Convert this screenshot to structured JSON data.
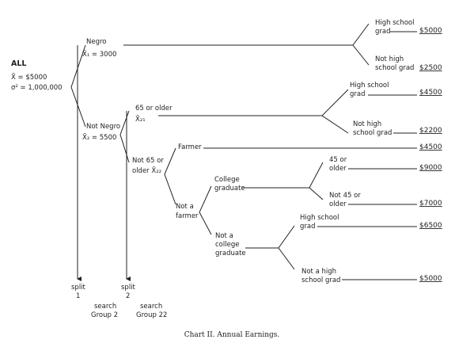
{
  "root": {
    "label": "ALL",
    "mean": "X̄ = $5000",
    "variance": "σ² = 1,000,000"
  },
  "group1": {
    "label": "Negro",
    "mean": "X̄₁ = 3000"
  },
  "group2": {
    "label": "Not Negro",
    "mean": "X̄₂ = 5500"
  },
  "group21": {
    "label": "65 or older",
    "mean": "X̄₂₁"
  },
  "group22": {
    "label_line1": "Not 65 or",
    "label_line2": "older X̄₂₂"
  },
  "farmer": {
    "label": "Farmer"
  },
  "not_farmer": {
    "label_line1": "Not a",
    "label_line2": "farmer"
  },
  "college_grad": {
    "label_line1": "College",
    "label_line2": "graduate"
  },
  "not_college_grad": {
    "label_line1": "Not a",
    "label_line2": "college",
    "label_line3": "graduate"
  },
  "leaves": {
    "negro_hs": {
      "line1": "High school",
      "line2": "grad",
      "amount": "$5000"
    },
    "negro_not_hs": {
      "line1": "Not high",
      "line2": "school grad",
      "amount": "$2500"
    },
    "old_hs": {
      "line1": "High school",
      "line2": "grad",
      "amount": "$4500"
    },
    "old_not_hs": {
      "line1": "Not high",
      "line2": "school grad",
      "amount": "$2200"
    },
    "farmer": {
      "amount": "$4500"
    },
    "college_45": {
      "line1": "45 or",
      "line2": "older",
      "amount": "$9000"
    },
    "college_not45": {
      "line1": "Not 45 or",
      "line2": "older",
      "amount": "$7000"
    },
    "noncollege_hs": {
      "line1": "High school",
      "line2": "grad",
      "amount": "$6500"
    },
    "noncollege_not_hs": {
      "line1": "Not a high",
      "line2": "school grad",
      "amount": "$5000"
    }
  },
  "splits": {
    "split1": {
      "line1": "split",
      "line2": "1"
    },
    "split2": {
      "line1": "split",
      "line2": "2"
    }
  },
  "searches": {
    "search1": {
      "line1": "search",
      "line2": "Group 2"
    },
    "search2": {
      "line1": "search",
      "line2": "Group 22"
    }
  },
  "caption": "Chart II. Annual Earnings."
}
